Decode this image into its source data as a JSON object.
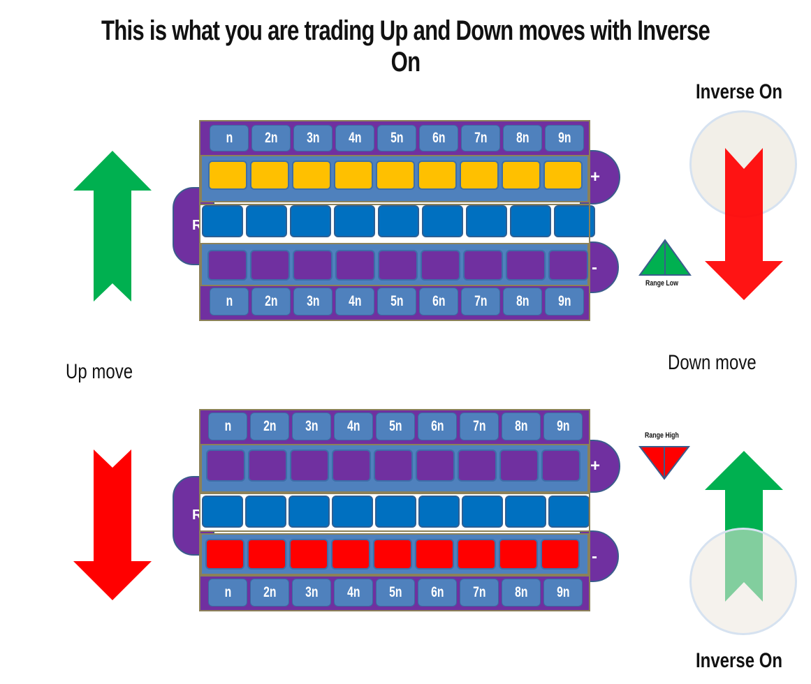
{
  "title": "This is what you are trading Up and Down moves with Inverse On",
  "labels": {
    "inverse_on_top": "Inverse On",
    "inverse_on_bottom": "Inverse On",
    "up_move": "Up move",
    "down_move": "Down move",
    "range_low": "Range Low",
    "range_high": "Range High"
  },
  "cells": [
    "n",
    "2n",
    "3n",
    "4n",
    "5n",
    "6n",
    "7n",
    "8n",
    "9n"
  ],
  "tabs": {
    "plus": "+",
    "minus": "-",
    "range": "R"
  },
  "colors": {
    "green": "#00b050",
    "red": "#ff0000",
    "purple": "#7030a0",
    "number_box": "#4f81bd",
    "yellow": "#ffc000",
    "blue": "#0070c0"
  },
  "panels": [
    {
      "plus_row_color": "yellow",
      "minus_row_color": "purple"
    },
    {
      "plus_row_color": "purple",
      "minus_row_color": "red"
    }
  ]
}
